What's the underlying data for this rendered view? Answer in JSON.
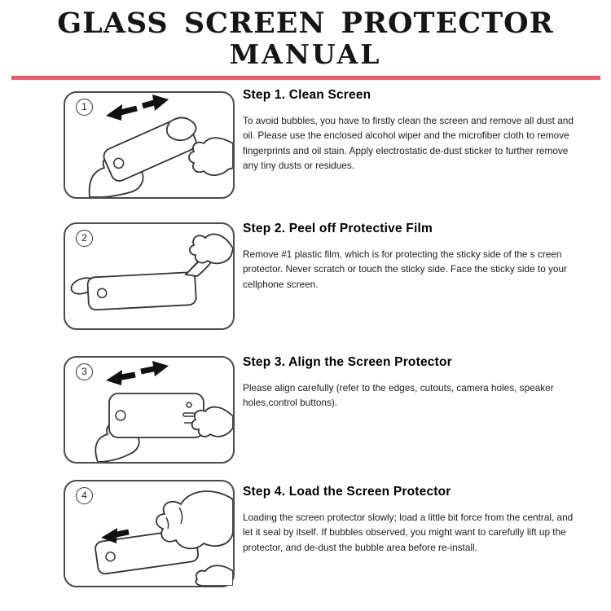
{
  "page": {
    "title_line1": "GLASS SCREEN PROTECTOR",
    "title_line2": "MANUAL",
    "divider_color": "#f2566b"
  },
  "steps": [
    {
      "number": "1",
      "heading": "Step 1. Clean Screen",
      "body": "To avoid bubbles, you have to firstly clean the screen and remove all dust and oil. Please use the enclosed alcohol wiper and the microfiber cloth to remove fingerprints and oil stain. Apply electrostatic de-dust sticker to further remove any tiny dusts or residues.",
      "illustration": "clean-screen-illustration"
    },
    {
      "number": "2",
      "heading": "Step 2. Peel off Protective Film",
      "body": "Remove #1 plastic film, which is for protecting the sticky side of the s creen protector. Never scratch or touch the sticky side. Face the sticky side to your cellphone screen.",
      "illustration": "peel-film-illustration"
    },
    {
      "number": "3",
      "heading": "Step 3. Align the Screen Protector",
      "body": "Please align carefully (refer to the edges, cutouts, camera holes, speaker holes,control buttons).",
      "illustration": "align-protector-illustration"
    },
    {
      "number": "4",
      "heading": "Step 4. Load the Screen Protector",
      "body": "Loading the screen protector slowly; load a little bit force from the central, and let it seal by itself. If bubbles observed, you might want to carefully lift up the protector, and de-dust the bubble area before re-install.",
      "illustration": "load-protector-illustration"
    }
  ]
}
